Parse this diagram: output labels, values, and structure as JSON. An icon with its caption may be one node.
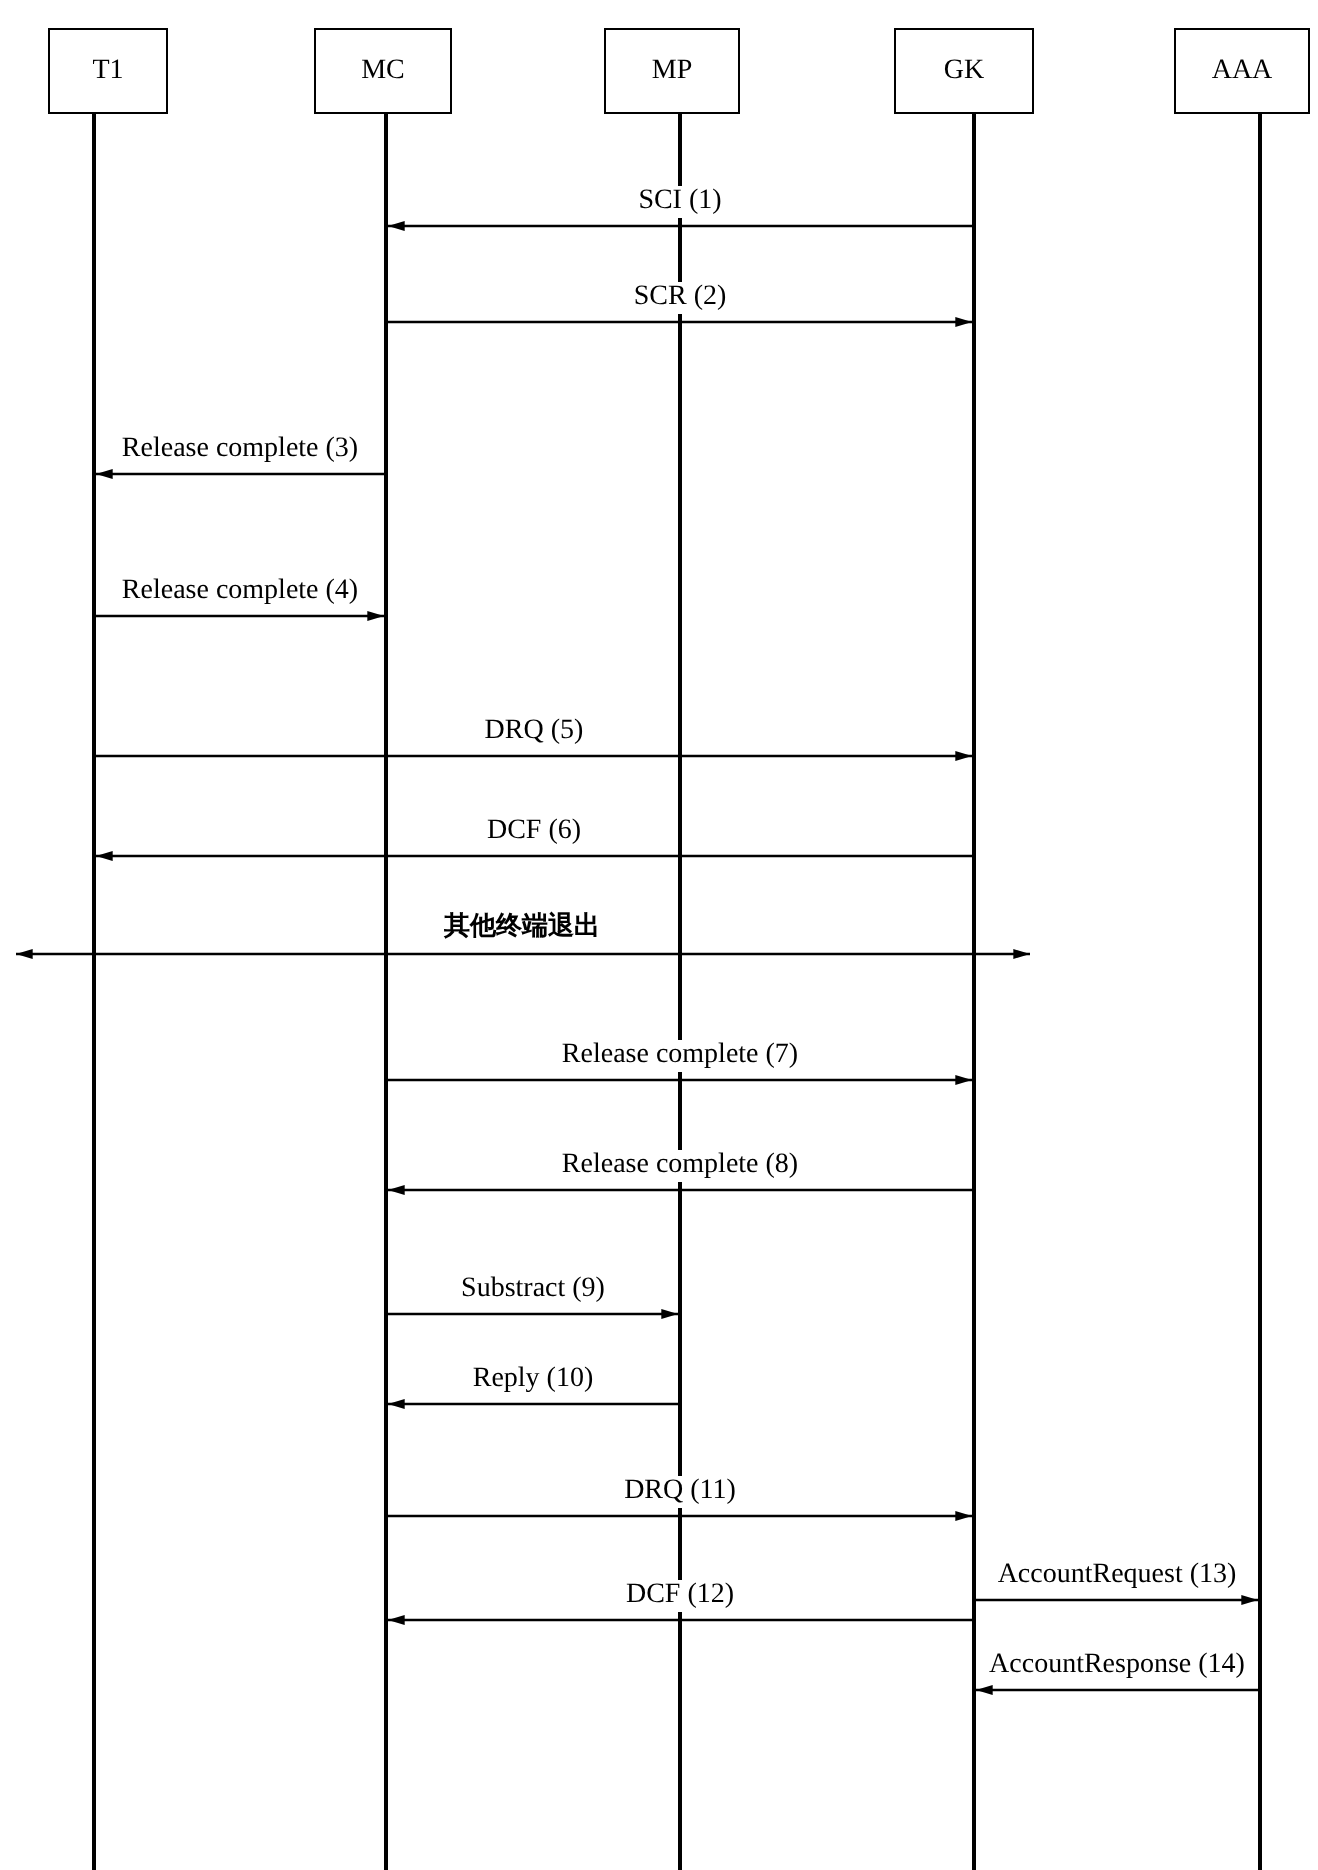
{
  "diagram": {
    "nodes": [
      {
        "text": [
          "T1"
        ]
      },
      {
        "text": [
          "MC"
        ]
      },
      {
        "text": [
          "MP"
        ]
      },
      {
        "text": [
          "GK"
        ]
      },
      {
        "text": [
          "AAA"
        ]
      },
      {
        "text": [],
        "shape": "bar"
      },
      {
        "text": [],
        "shape": "bar"
      },
      {
        "text": [],
        "shape": "bar"
      },
      {
        "text": [],
        "shape": "bar"
      },
      {
        "text": [],
        "shape": "bar"
      }
    ],
    "edges": [
      {
        "from": 8,
        "to": 6,
        "arrow": "to",
        "label": "SCI (1)"
      },
      {
        "from": 6,
        "to": 8,
        "arrow": "to",
        "label": "SCR (2)"
      },
      {
        "from": 6,
        "to": 5,
        "arrow": "to",
        "label": "Release complete (3)"
      },
      {
        "from": 5,
        "to": 6,
        "arrow": "to",
        "label": "Release complete (4)"
      },
      {
        "from": 5,
        "to": 8,
        "arrow": "to",
        "label": "DRQ (5)"
      },
      {
        "from": 8,
        "to": 5,
        "arrow": "to",
        "label": "DCF (6)"
      },
      {
        "from": 6,
        "to": 8,
        "arrow": "to",
        "label": "Release complete (7)"
      },
      {
        "from": 8,
        "to": 6,
        "arrow": "to",
        "label": "Release complete (8)"
      },
      {
        "from": 6,
        "to": 7,
        "arrow": "to",
        "label": "Substract (9)"
      },
      {
        "from": 7,
        "to": 6,
        "arrow": "to",
        "label": "Reply (10)"
      },
      {
        "from": 6,
        "to": 8,
        "arrow": "to",
        "label": "DRQ (11)"
      },
      {
        "from": 8,
        "to": 6,
        "arrow": "to",
        "label": "DCF (12)"
      },
      {
        "from": 8,
        "to": 9,
        "arrow": "to",
        "label": "AccountRequest (13)"
      },
      {
        "from": 9,
        "to": 8,
        "arrow": "to",
        "label": "AccountResponse (14)"
      }
    ],
    "labels": [
      "其他终端退出"
    ]
  }
}
